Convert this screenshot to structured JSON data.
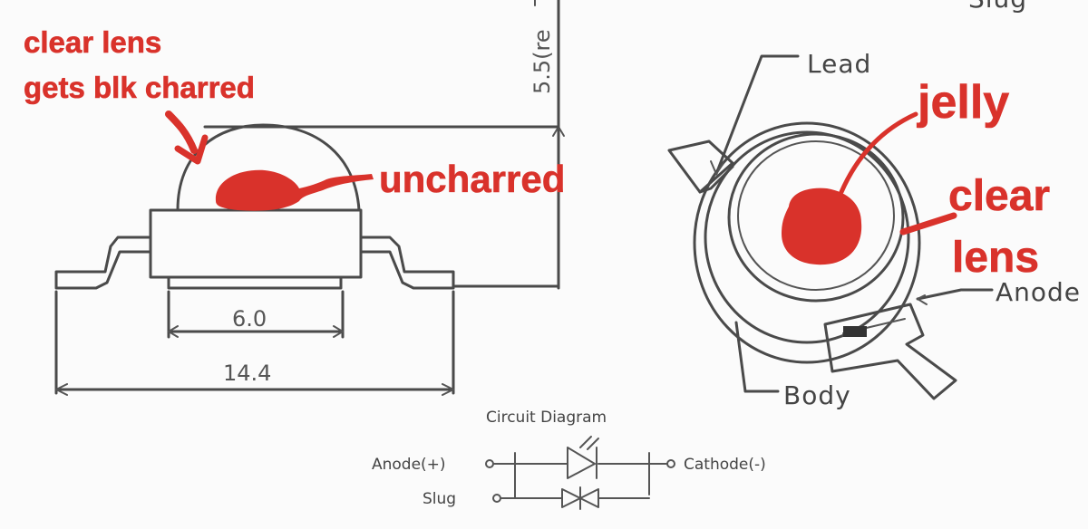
{
  "colors": {
    "line": "#4a4a4a",
    "annotation": "#d9322b",
    "background": "#fbfbfb"
  },
  "side_view": {
    "dim_height": "5.5(re",
    "dim_base": "6.0",
    "dim_total": "14.4"
  },
  "top_view": {
    "label_lead": "Lead",
    "label_body": "Body",
    "label_anode": "Anode",
    "label_slug_partial": "Slug"
  },
  "circuit": {
    "title": "Circuit Diagram",
    "anode": "Anode(+)",
    "cathode": "Cathode(-)",
    "slug": "Slug"
  },
  "annotations": {
    "clear_lens_line1": "clear lens",
    "clear_lens_line2": "gets blk charred",
    "uncharred": "uncharred",
    "jelly": "jelly",
    "clear2_line1": "clear",
    "clear2_line2": "lens"
  }
}
